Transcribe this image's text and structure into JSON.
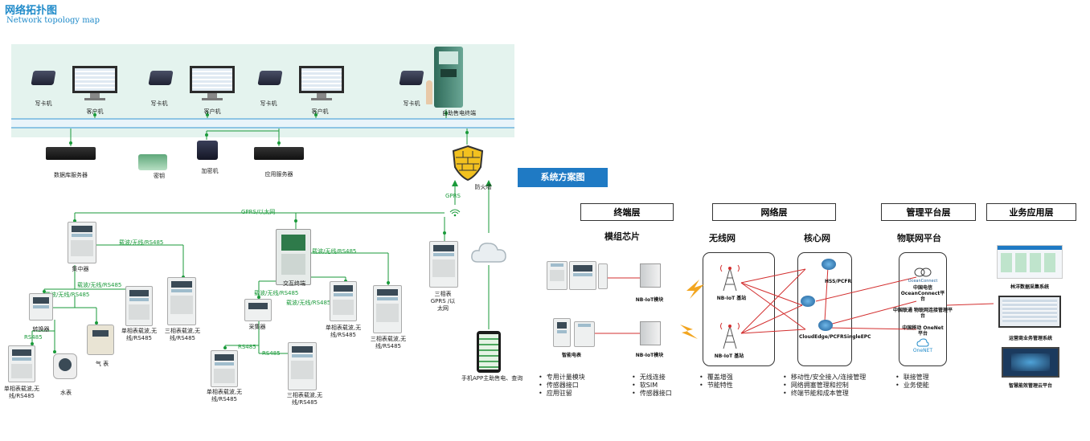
{
  "header": {
    "title_cn": "网络拓扑图",
    "title_en": "Network topology map"
  },
  "topology": {
    "card_writer": "写卡机",
    "client_pc": "客户机",
    "self_service_terminal": "自助售电终端",
    "db_server": "数据库服务器",
    "encryptor": "加密机",
    "app_server": "应用服务器",
    "key": "密钥",
    "firewall": "防火墙",
    "gprs": "GPRS",
    "gprs_ethernet": "GPRS/以太网",
    "concentrator": "集中器",
    "interactive_terminal": "交互终端",
    "collector": "采集器",
    "converter": "转换器",
    "carrier_wireless_rs485": "载波/无线/RS485",
    "rs485": "RS485",
    "single_phase_meter": "单相表载波,无线/RS485",
    "three_phase_meter": "三相表载波,无线/RS485",
    "three_phase_gprs": "三相表GPRS /以太网",
    "gas_meter": "气 表",
    "water_meter": "水表",
    "mobile_app": "手机APP主助售电、查询"
  },
  "solution": {
    "badge": "系统方案图",
    "layers": [
      "终端层",
      "网络层",
      "管理平台层",
      "业务应用层"
    ],
    "module_chip": "模组芯片",
    "wireless_net": "无线网",
    "core_net": "核心网",
    "iot_platform": "物联网平台",
    "nb_module": "NB-IoT模块",
    "smart_meter": "智能电表",
    "nb_base_station": "NB-IoT 基站",
    "hss_pcfr": "HSS/PCFR",
    "cloud_edge": "CloudEdge/PCFRSingleEPC",
    "ocean_connect": "OceanConnect",
    "telecom_platform": "中国电信 OceanConnect平台",
    "unicom_platform": "中国联通 物联网连接管理平台",
    "mobile_platform": "中国移动 OneNet平台",
    "onenet": "OneNET",
    "app1": "林洋数据采集系统",
    "app2": "运营商业务管理系统",
    "app3": "智慧能效管理云平台",
    "bullets_terminal": [
      "专用计量模块",
      "传感器接口",
      "应用驻留"
    ],
    "bullets_module": [
      "无线连接",
      "软SIM",
      "传感器接口"
    ],
    "bullets_wireless": [
      "覆盖增强",
      "节能特性"
    ],
    "bullets_core": [
      "移动性/安全接入/连接管理",
      "网络拥塞管理和控制",
      "终端节能和成本管理"
    ],
    "bullets_platform": [
      "联接管理",
      "业务使能"
    ]
  },
  "colors": {
    "accent": "#1f7ac4",
    "green_link": "#1a9a3a",
    "red_link": "#d32f2f",
    "band": "#e4f3ee"
  }
}
